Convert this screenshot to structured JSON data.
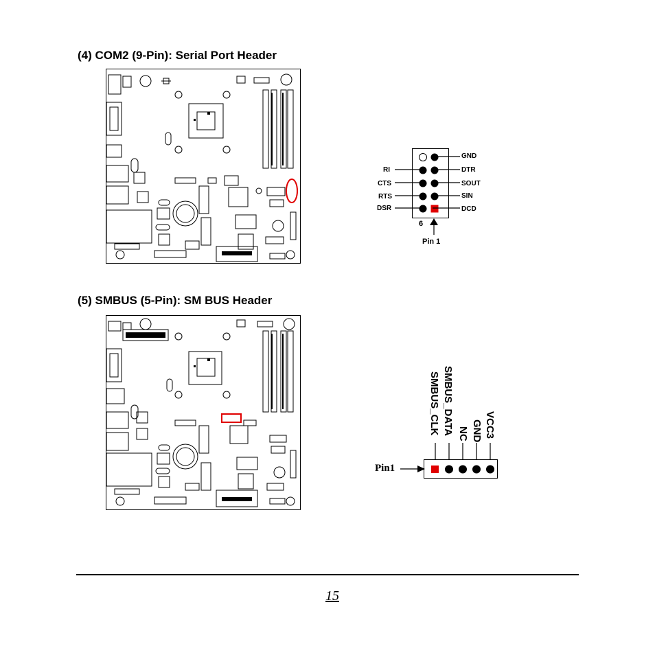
{
  "section4": {
    "heading": "(4)  COM2 (9-Pin): Serial Port Header",
    "pins_left": [
      "RI",
      "CTS",
      "RTS",
      "DSR"
    ],
    "pins_right": [
      "GND",
      "DTR",
      "SOUT",
      "SIN",
      "DCD"
    ],
    "pin6_label": "6",
    "pin1_label": "Pin 1",
    "highlight_color": "#e00000"
  },
  "section5": {
    "heading": "(5)  SMBUS (5-Pin): SM BUS Header",
    "pins": [
      "SMBUS_CLK",
      "SMBUS_DATA",
      "NC",
      "GND",
      "VCC3"
    ],
    "pin1_label": "Pin1",
    "highlight_color": "#e00000"
  },
  "footer": {
    "page_number": "15"
  }
}
